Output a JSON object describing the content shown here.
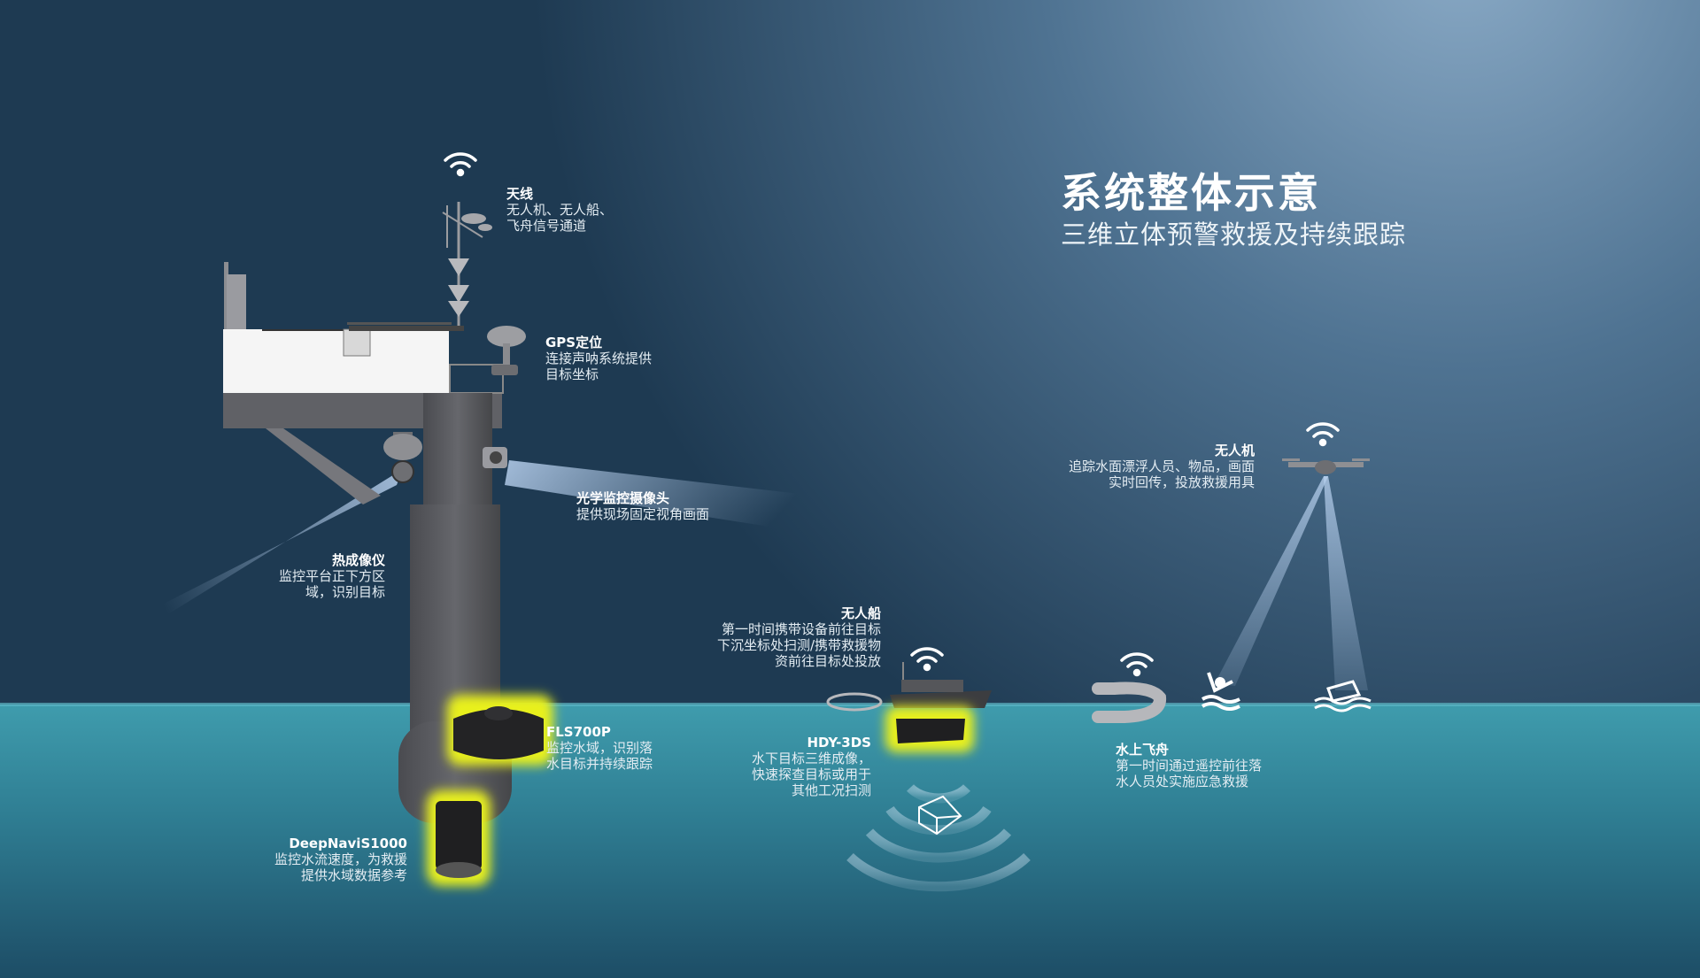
{
  "title": "系统整体示意",
  "subtitle": "三维立体预警救援及持续跟踪",
  "colors": {
    "sky_dark": "#1e3a52",
    "sky_light": "#7d9fbd",
    "sea_top": "#3d9aac",
    "sea_bottom": "#1d4d66",
    "highlight": "#e8f01a",
    "tower": "#56575c",
    "beam": "#a9c2e0"
  },
  "labels": {
    "antenna": {
      "title": "天线",
      "lines": [
        "无人机、无人船、",
        "飞舟信号通道"
      ]
    },
    "gps": {
      "title": "GPS定位",
      "lines": [
        "连接声呐系统提供",
        "目标坐标"
      ]
    },
    "optical_camera": {
      "title": "光学监控摄像头",
      "lines": [
        "提供现场固定视角画面"
      ]
    },
    "thermal_imager": {
      "title": "热成像仪",
      "lines": [
        "监控平台正下方区",
        "域，识别目标"
      ]
    },
    "usv": {
      "title": "无人船",
      "lines": [
        "第一时间携带设备前往目标",
        "下沉坐标处扫测/携带救援物",
        "资前往目标处投放"
      ]
    },
    "fls700p": {
      "title": "FLS700P",
      "lines": [
        "监控水域，识别落",
        "水目标并持续跟踪"
      ]
    },
    "hdy3ds": {
      "title": "HDY-3DS",
      "lines": [
        "水下目标三维成像，",
        "快速探查目标或用于",
        "其他工况扫测"
      ]
    },
    "deepnavi": {
      "title": "DeepNaviS1000",
      "lines": [
        "监控水流速度，为救援",
        "提供水域数据参考"
      ]
    },
    "drone": {
      "title": "无人机",
      "lines": [
        "追踪水面漂浮人员、物品，画面",
        "实时回传，投放救援用具"
      ]
    },
    "water_craft": {
      "title": "水上飞舟",
      "lines": [
        "第一时间通过遥控前往落",
        "水人员处实施应急救援"
      ]
    }
  }
}
